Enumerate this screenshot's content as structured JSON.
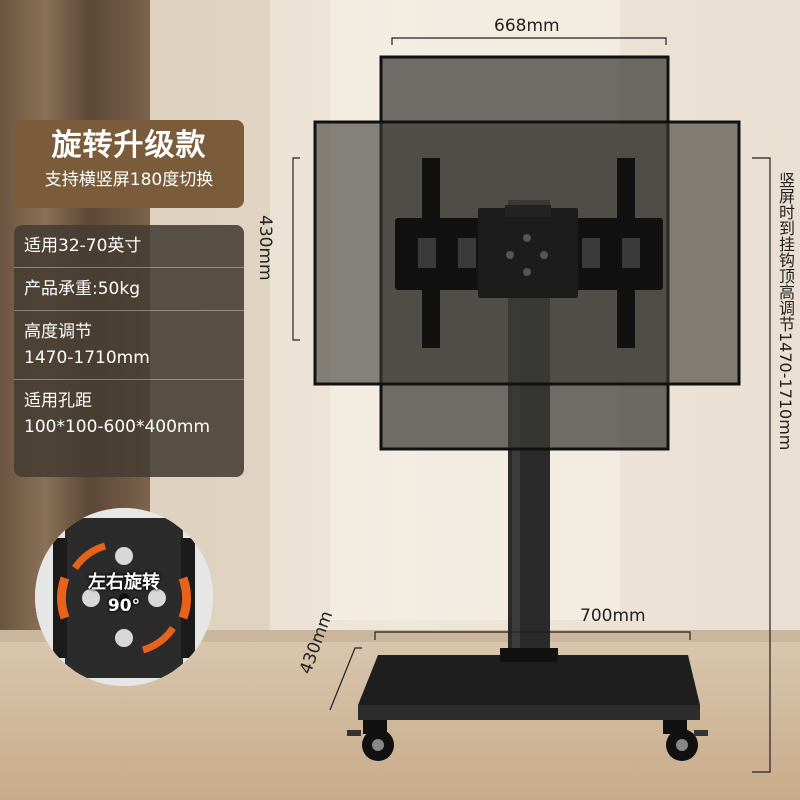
{
  "badge": {
    "title": "旋转升级款",
    "subtitle": "支持横竖屏180度切换"
  },
  "specs": [
    {
      "label": "适用32-70英寸"
    },
    {
      "label": "产品承重:50kg"
    },
    {
      "label": "高度调节",
      "value": "1470-1710mm"
    },
    {
      "label": "适用孔距",
      "value": "100*100-600*400mm"
    }
  ],
  "dimensions": {
    "top_width": "668mm",
    "screen_height": "430mm",
    "base_width": "700mm",
    "base_depth": "430mm",
    "total_height": "竖屏时到挂钩顶高调节1470-1710mm"
  },
  "inset": {
    "rotation_label": "左右旋转",
    "rotation_degrees": "90°"
  },
  "colors": {
    "badge_bg": "#7a5c3a",
    "panel_bg": "#463c32",
    "rotation_arrow": "#e8621c"
  }
}
